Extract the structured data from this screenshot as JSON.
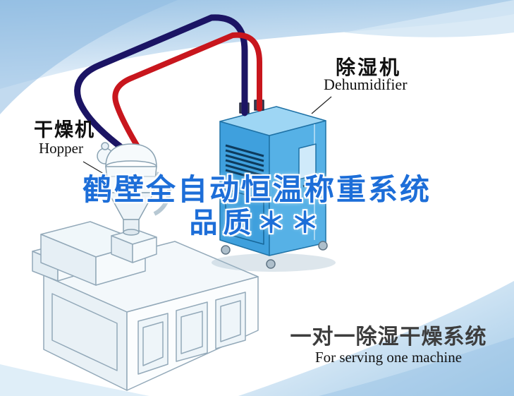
{
  "labels": {
    "hopper_cn": "干燥机",
    "hopper_en": "Hopper",
    "dehumidifier_cn": "除湿机",
    "dehumidifier_en": "Dehumidifier"
  },
  "title": {
    "line1": "鹤壁全自动恒温称重系统",
    "line2": "品质＊＊"
  },
  "caption": {
    "cn": "一对一除湿干燥系统",
    "en": "For serving one machine"
  },
  "colors": {
    "title_blue": "#1d6ed8",
    "pipe_red": "#c8161d",
    "pipe_navy": "#1b1464",
    "dehumidifier_body": "#3fa0dd",
    "dehumidifier_side": "#56b1e6",
    "dehumidifier_top": "#9ed6f4",
    "caption_dark": "#3d3d3d",
    "background_accent": "#a9cde9"
  }
}
